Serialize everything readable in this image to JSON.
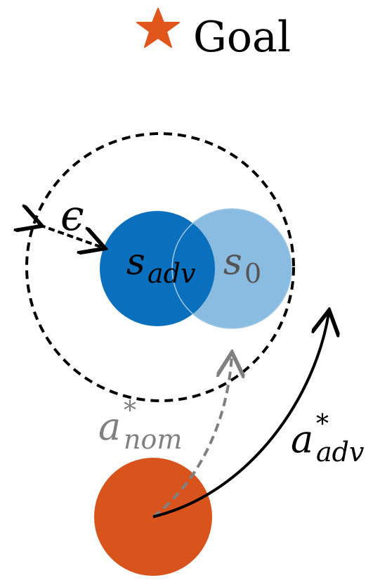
{
  "legend": {
    "goal_label": "Goal",
    "goal_icon": "star-icon"
  },
  "labels": {
    "epsilon": "ϵ",
    "s_adv_base": "s",
    "s_adv_sub": "adv",
    "s0_base": "s",
    "s0_sub": "0",
    "a_nom_base": "a",
    "a_nom_sup": "*",
    "a_nom_sub": "nom",
    "a_adv_base": "a",
    "a_adv_sup": "*",
    "a_adv_sub": "adv"
  },
  "colors": {
    "goal_orange": "#e0561b",
    "agent_orange": "#d9531c",
    "s_adv_blue": "#0a6fbd",
    "s0_blue": "#7db5de",
    "dashed_gray": "#808080",
    "black": "#000000"
  }
}
